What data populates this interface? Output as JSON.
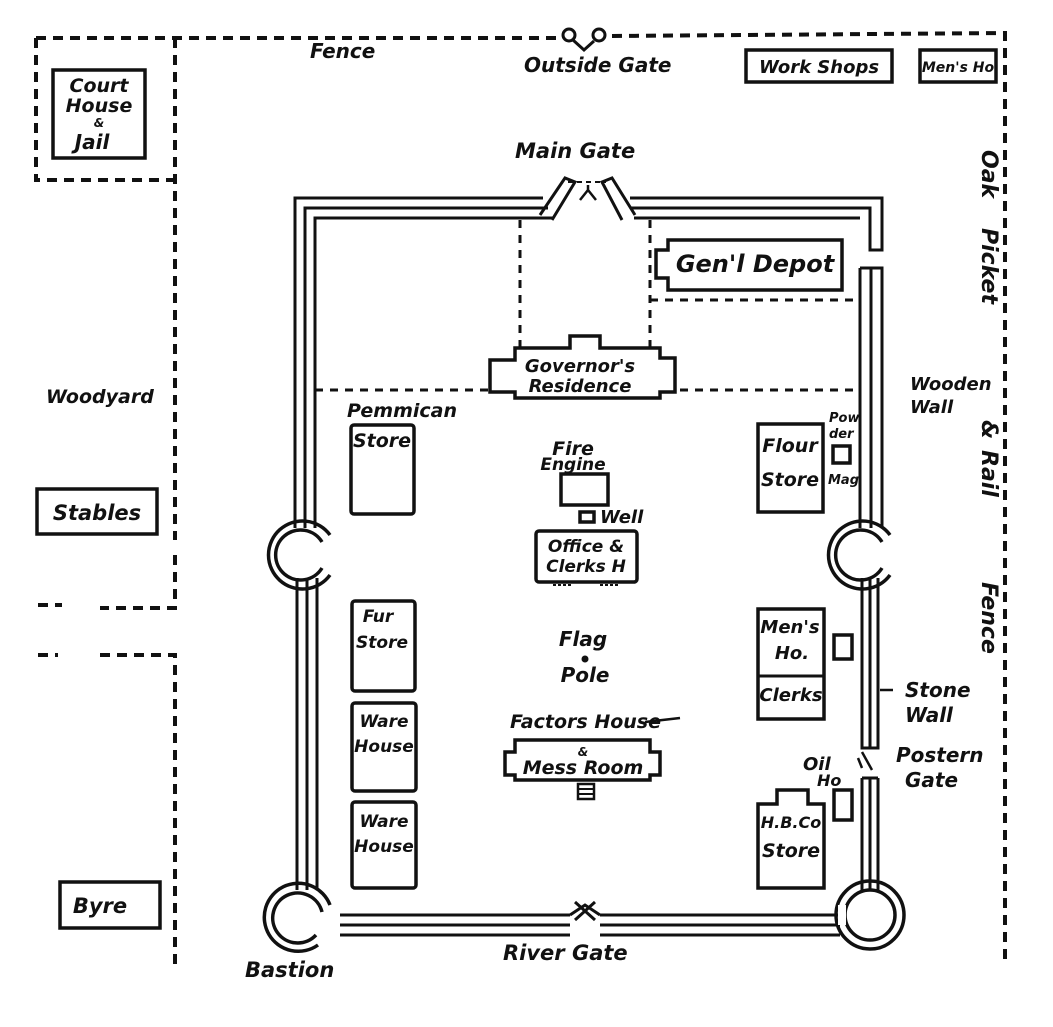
{
  "title": "Fort plan",
  "colors": {
    "ink": "#111111",
    "paper": "#ffffff"
  },
  "outside": {
    "fence": "Fence",
    "outside_gate": "Outside Gate",
    "court_house": [
      "Court",
      "House",
      "&",
      "Jail"
    ],
    "work_shops": "Work Shops",
    "mens_ho_top": "Men's Ho",
    "woodyard": "Woodyard",
    "stables": "Stables",
    "byre": "Byre",
    "oak_picket_fence": [
      "Oak",
      "Picket",
      "&",
      "Rail",
      "Fence"
    ]
  },
  "walls": {
    "main_gate": "Main Gate",
    "wooden_wall": [
      "Wooden",
      "Wall"
    ],
    "stone_wall": [
      "Stone",
      "Wall"
    ],
    "postern_gate": [
      "Postern",
      "Gate"
    ],
    "river_gate": "River Gate",
    "bastion": "Bastion"
  },
  "buildings": {
    "genl_depot": "Gen'l Depot",
    "governors_residence": [
      "Governor's",
      "Residence"
    ],
    "pemmican_store": [
      "Pemmican",
      "Store"
    ],
    "fire_engine": [
      "Fire",
      "Engine"
    ],
    "well": "Well",
    "office_clerks": [
      "Office &",
      "Clerks H"
    ],
    "flour_store": [
      "Flour",
      "Store"
    ],
    "powder_mag": [
      "Pow",
      "der",
      "Mag"
    ],
    "fur_store": [
      "Fur",
      "Store"
    ],
    "ware_house_1": [
      "Ware",
      "House"
    ],
    "ware_house_2": [
      "Ware",
      "House"
    ],
    "flag_pole": [
      "Flag",
      "Pole"
    ],
    "factors_house": [
      "Factors House",
      "&",
      "Mess Room"
    ],
    "mens_ho": [
      "Men's",
      "Ho."
    ],
    "clerks": "Clerks",
    "oil_ho": [
      "Oil",
      "Ho"
    ],
    "hbc_store": [
      "H.B.Co",
      "Store"
    ]
  }
}
